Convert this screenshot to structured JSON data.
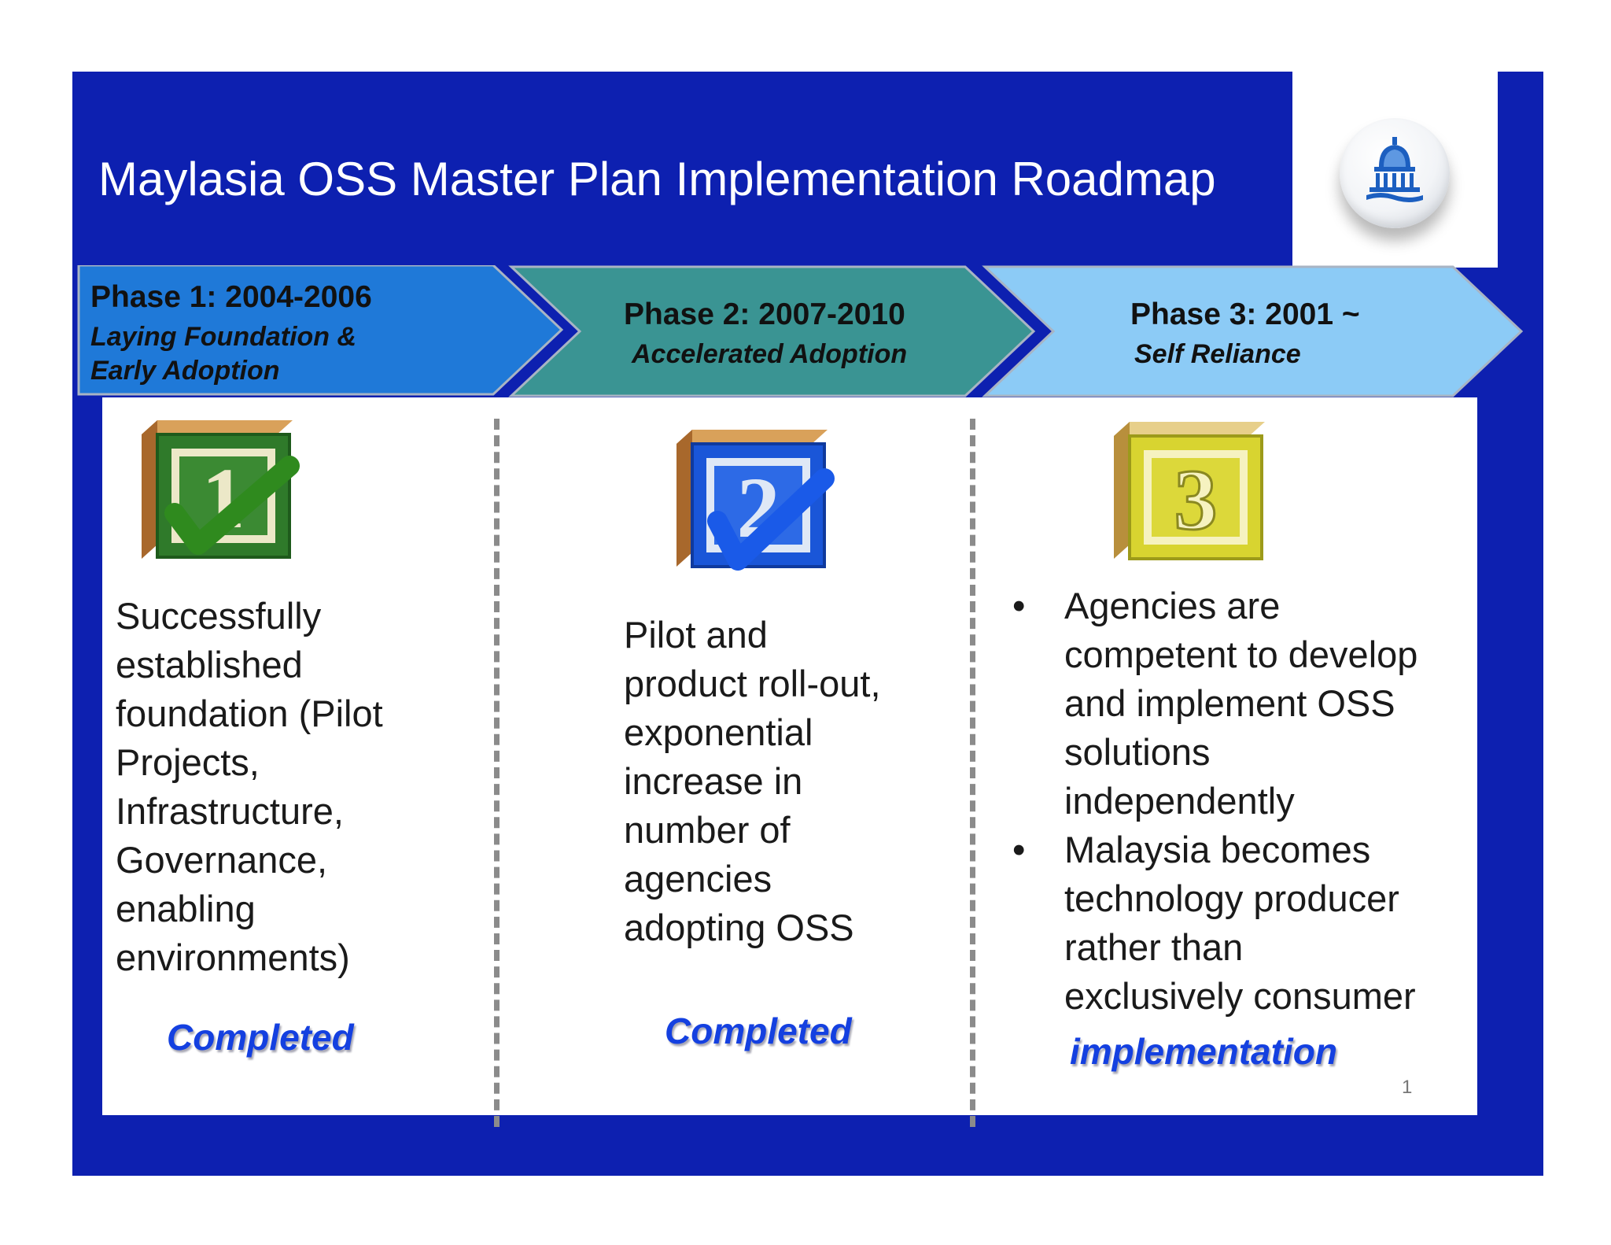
{
  "title": "Maylasia OSS Master Plan Implementation Roadmap",
  "phases": [
    {
      "title": "Phase 1: 2004-2006",
      "subtitle_lines": [
        "Laying Foundation &",
        "Early Adoption"
      ],
      "block_number": "1",
      "checked": true,
      "body_lines": [
        "Successfully",
        "established",
        "foundation (Pilot",
        "Projects,",
        "Infrastructure,",
        "Governance,",
        "enabling",
        "environments)"
      ],
      "status": "Completed",
      "color": "#1f79d8"
    },
    {
      "title": "Phase 2: 2007-2010",
      "subtitle_lines": [
        "Accelerated Adoption"
      ],
      "block_number": "2",
      "checked": true,
      "body_lines": [
        "Pilot and",
        "product roll-out,",
        "exponential",
        "increase in",
        "number of",
        "agencies",
        "adopting OSS"
      ],
      "status": "Completed",
      "color": "#3a9493"
    },
    {
      "title": "Phase 3: 2001 ~",
      "subtitle_lines": [
        "Self Reliance"
      ],
      "block_number": "3",
      "checked": false,
      "bullets": [
        {
          "lines": [
            "Agencies are",
            "competent to develop",
            "and  implement OSS",
            "solutions",
            "independently"
          ]
        },
        {
          "lines": [
            "Malaysia becomes",
            "technology producer",
            "rather than",
            "exclusively consumer"
          ]
        }
      ],
      "status": "implementation",
      "color": "#8ccbf6"
    }
  ],
  "page_number": "1",
  "colors": {
    "frame": "#0d20b0",
    "status_text": "#1440e0",
    "block_1": "#2f7a2a",
    "block_2": "#1a56d8",
    "block_3": "#d8d430"
  },
  "icons": [
    "capitol-dome-icon",
    "checkmark-icon"
  ]
}
